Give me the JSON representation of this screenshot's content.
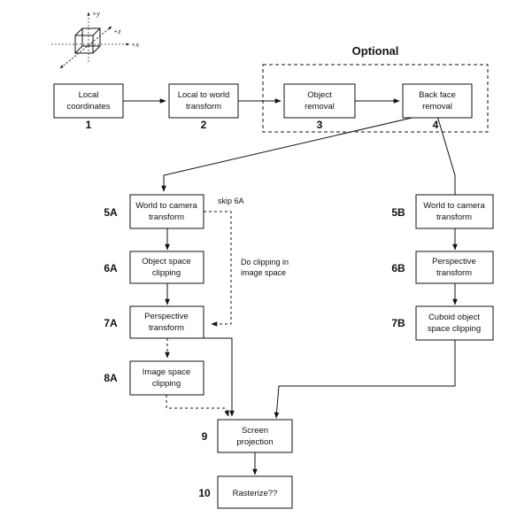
{
  "optional_label": "Optional",
  "axes": {
    "y": "+y",
    "z": "+z",
    "x": "+x"
  },
  "nodes": {
    "local": {
      "lines": [
        "Local",
        "coordinates"
      ],
      "num": "1"
    },
    "l2w": {
      "lines": [
        "Local to world",
        "transform"
      ],
      "num": "2"
    },
    "objrem": {
      "lines": [
        "Object",
        "removal"
      ],
      "num": "3"
    },
    "bfrem": {
      "lines": [
        "Back face",
        "removal"
      ],
      "num": "4"
    },
    "w2cA": {
      "lines": [
        "World to camera",
        "transform"
      ],
      "num": "5A"
    },
    "osc": {
      "lines": [
        "Object space",
        "clipping"
      ],
      "num": "6A"
    },
    "ptA": {
      "lines": [
        "Perspective",
        "transform"
      ],
      "num": "7A"
    },
    "isc": {
      "lines": [
        "Image space",
        "clipping"
      ],
      "num": "8A"
    },
    "w2cB": {
      "lines": [
        "World to camera",
        "transform"
      ],
      "num": "5B"
    },
    "ptB": {
      "lines": [
        "Perspective",
        "transform"
      ],
      "num": "6B"
    },
    "cosc": {
      "lines": [
        "Cuboid object",
        "space clipping"
      ],
      "num": "7B"
    },
    "sp": {
      "lines": [
        "Screen",
        "projection"
      ],
      "num": "9"
    },
    "rast": {
      "lines": [
        "Rasterize??"
      ],
      "num": "10"
    }
  },
  "notes": {
    "skip": "skip 6A",
    "clip": [
      "Do clipping in",
      "image space"
    ]
  }
}
